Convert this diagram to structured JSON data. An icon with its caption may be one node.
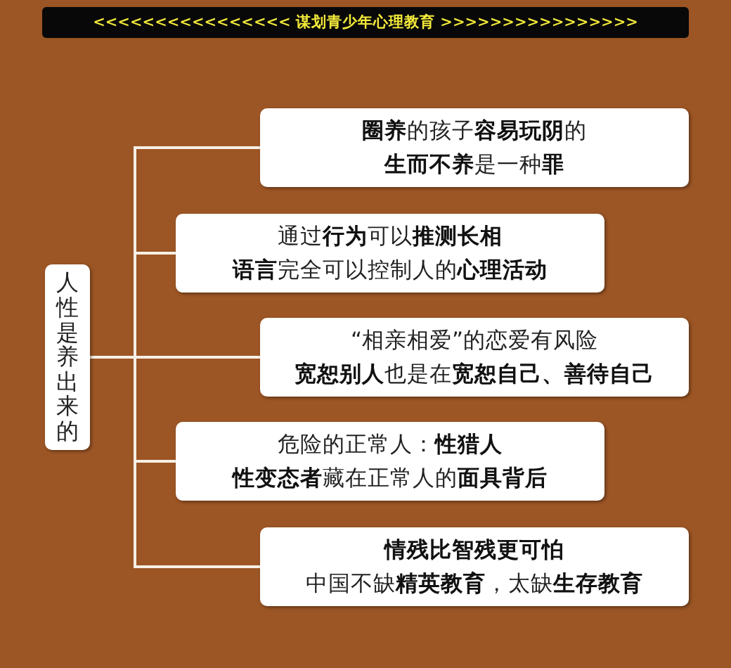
{
  "diagram": {
    "title": "<<<<<<<<<<<<<<<< 谋划青少年心理教育 >>>>>>>>>>>>>>>>",
    "nodes": [
      {
        "text": [
          "人性是养出来的"
        ]
      },
      {
        "text": [
          "**圈养**的孩子**容易玩阴**的",
          "**生而不养**是一种**罪**"
        ]
      },
      {
        "text": [
          "通过**行为**可以**推测长相**",
          "**语言**完全可以控制人的**心理活动**"
        ]
      },
      {
        "text": [
          "“相亲相爱”的恋爱有风险",
          "**宽恕别人**也是在**宽恕自己、善待自己**"
        ]
      },
      {
        "text": [
          "危险的正常人：**性猎人**",
          "**性变态者**藏在正常人的**面具背后**"
        ]
      },
      {
        "text": [
          "**情残比智残更可怕**",
          "中国不缺**精英教育**，太缺**生存教育**"
        ]
      }
    ],
    "edges": [
      {
        "from": 0,
        "to": 1,
        "arrow": "none"
      },
      {
        "from": 0,
        "to": 2,
        "arrow": "none"
      },
      {
        "from": 0,
        "to": 3,
        "arrow": "none"
      },
      {
        "from": 0,
        "to": 4,
        "arrow": "none"
      },
      {
        "from": 0,
        "to": 5,
        "arrow": "none"
      }
    ]
  }
}
